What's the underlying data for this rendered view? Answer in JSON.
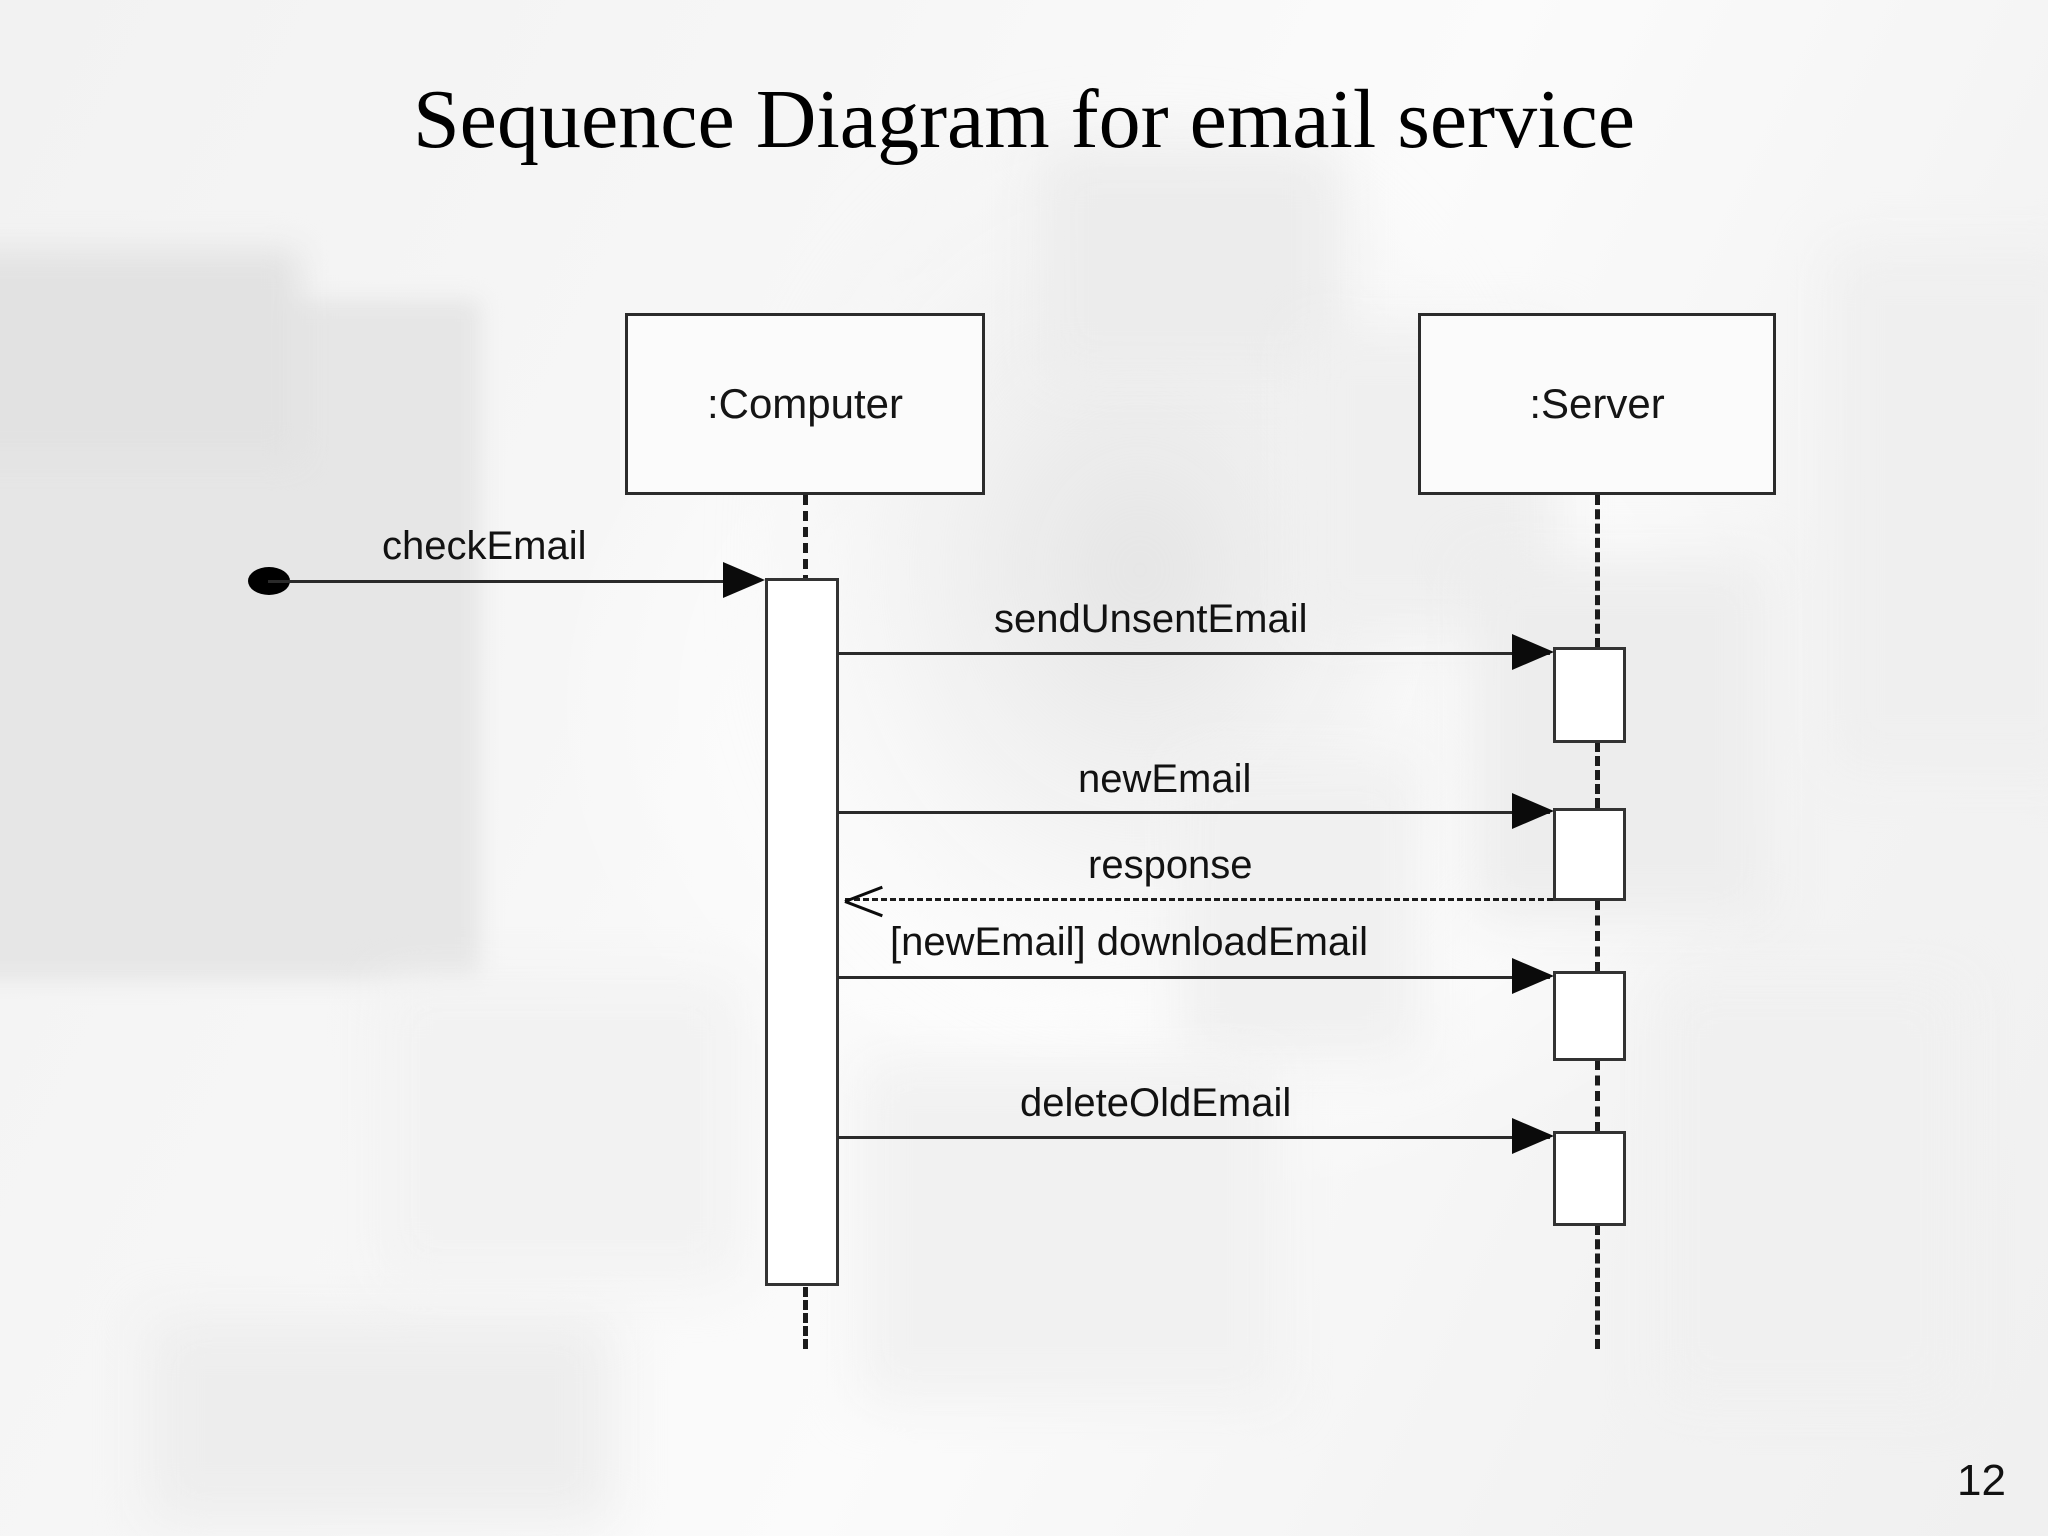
{
  "slide": {
    "title": "Sequence Diagram for email service",
    "page_number": "12",
    "background_color": "#f4f4f4"
  },
  "diagram": {
    "type": "uml-sequence-diagram",
    "line_color": "#2a2a2a",
    "participants": [
      {
        "id": "computer",
        "label": ":Computer"
      },
      {
        "id": "server",
        "label": ":Server"
      }
    ],
    "start_marker": "filled-circle",
    "messages": [
      {
        "index": 1,
        "label": "checkEmail",
        "from": "start",
        "to": "computer",
        "style": "solid",
        "arrow": "filled"
      },
      {
        "index": 2,
        "label": "sendUnsentEmail",
        "from": "computer",
        "to": "server",
        "style": "solid",
        "arrow": "filled"
      },
      {
        "index": 3,
        "label": "newEmail",
        "from": "computer",
        "to": "server",
        "style": "solid",
        "arrow": "filled"
      },
      {
        "index": 4,
        "label": "response",
        "from": "server",
        "to": "computer",
        "style": "dashed",
        "arrow": "open"
      },
      {
        "index": 5,
        "label": "[newEmail] downloadEmail",
        "from": "computer",
        "to": "server",
        "style": "solid",
        "arrow": "filled",
        "guard": "[newEmail]"
      },
      {
        "index": 6,
        "label": "deleteOldEmail",
        "from": "computer",
        "to": "server",
        "style": "solid",
        "arrow": "filled"
      }
    ]
  }
}
